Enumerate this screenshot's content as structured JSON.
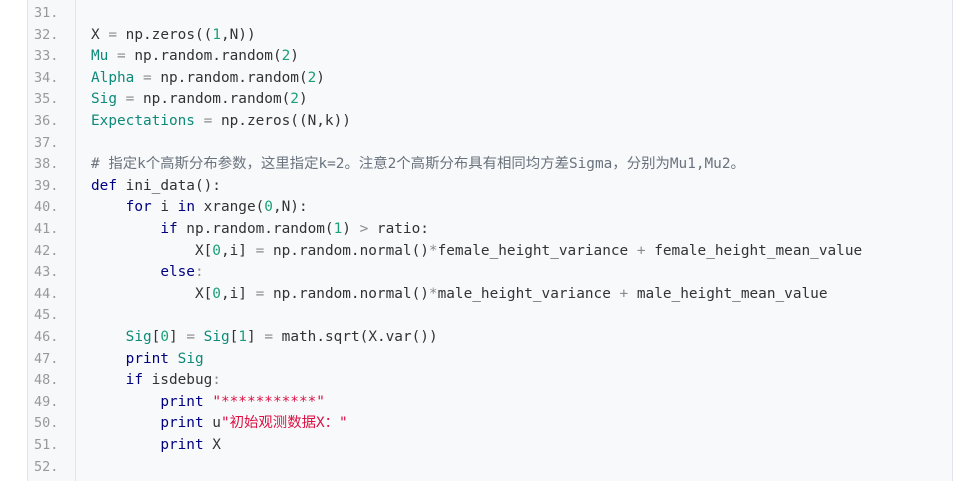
{
  "colors": {
    "background": "#f8f9fa",
    "gutter": "#f6f8fa",
    "line_number": "#999999",
    "text": "#333333",
    "keyword": "#000080",
    "identifier": "#0e8a7a",
    "number": "#1c9e7a",
    "operator": "#8a8a8a",
    "comment": "#6a737d",
    "string": "#dd1144"
  },
  "lines": [
    {
      "num": "31.",
      "tokens": []
    },
    {
      "num": "32.",
      "tokens": [
        {
          "t": "X",
          "c": "plain"
        },
        {
          "t": " = ",
          "c": "op"
        },
        {
          "t": "np.zeros((",
          "c": "plain"
        },
        {
          "t": "1",
          "c": "num"
        },
        {
          "t": ",N))",
          "c": "plain"
        }
      ]
    },
    {
      "num": "33.",
      "tokens": [
        {
          "t": "Mu",
          "c": "var"
        },
        {
          "t": " = ",
          "c": "op"
        },
        {
          "t": "np.random.random(",
          "c": "plain"
        },
        {
          "t": "2",
          "c": "num"
        },
        {
          "t": ")",
          "c": "plain"
        }
      ]
    },
    {
      "num": "34.",
      "tokens": [
        {
          "t": "Alpha",
          "c": "var"
        },
        {
          "t": " = ",
          "c": "op"
        },
        {
          "t": "np.random.random(",
          "c": "plain"
        },
        {
          "t": "2",
          "c": "num"
        },
        {
          "t": ")",
          "c": "plain"
        }
      ]
    },
    {
      "num": "35.",
      "tokens": [
        {
          "t": "Sig",
          "c": "var"
        },
        {
          "t": " = ",
          "c": "op"
        },
        {
          "t": "np.random.random(",
          "c": "plain"
        },
        {
          "t": "2",
          "c": "num"
        },
        {
          "t": ")",
          "c": "plain"
        }
      ]
    },
    {
      "num": "36.",
      "tokens": [
        {
          "t": "Expectations",
          "c": "var"
        },
        {
          "t": " = ",
          "c": "op"
        },
        {
          "t": "np.zeros((N,k))",
          "c": "plain"
        }
      ]
    },
    {
      "num": "37.",
      "tokens": []
    },
    {
      "num": "38.",
      "tokens": [
        {
          "t": "# 指定k个高斯分布参数，这里指定k=2。注意2个高斯分布具有相同均方差Sigma，分别为Mu1,Mu2。",
          "c": "cm"
        }
      ]
    },
    {
      "num": "39.",
      "tokens": [
        {
          "t": "def",
          "c": "kw"
        },
        {
          "t": " ini_data():",
          "c": "plain"
        }
      ]
    },
    {
      "num": "40.",
      "tokens": [
        {
          "t": "    ",
          "c": "plain"
        },
        {
          "t": "for",
          "c": "kw"
        },
        {
          "t": " i ",
          "c": "plain"
        },
        {
          "t": "in",
          "c": "kw"
        },
        {
          "t": " xrange(",
          "c": "plain"
        },
        {
          "t": "0",
          "c": "num"
        },
        {
          "t": ",N):",
          "c": "plain"
        }
      ]
    },
    {
      "num": "41.",
      "tokens": [
        {
          "t": "        ",
          "c": "plain"
        },
        {
          "t": "if",
          "c": "kw"
        },
        {
          "t": " np.random.random(",
          "c": "plain"
        },
        {
          "t": "1",
          "c": "num"
        },
        {
          "t": ") ",
          "c": "plain"
        },
        {
          "t": ">",
          "c": "op"
        },
        {
          "t": " ratio:",
          "c": "plain"
        }
      ]
    },
    {
      "num": "42.",
      "tokens": [
        {
          "t": "            X[",
          "c": "plain"
        },
        {
          "t": "0",
          "c": "num"
        },
        {
          "t": ",i] ",
          "c": "plain"
        },
        {
          "t": "=",
          "c": "op"
        },
        {
          "t": " np.random.normal()",
          "c": "plain"
        },
        {
          "t": "*",
          "c": "op"
        },
        {
          "t": "female_height_variance ",
          "c": "plain"
        },
        {
          "t": "+",
          "c": "op"
        },
        {
          "t": " female_height_mean_value",
          "c": "plain"
        }
      ]
    },
    {
      "num": "43.",
      "tokens": [
        {
          "t": "        ",
          "c": "plain"
        },
        {
          "t": "else",
          "c": "kw"
        },
        {
          "t": ":",
          "c": "op"
        }
      ]
    },
    {
      "num": "44.",
      "tokens": [
        {
          "t": "            X[",
          "c": "plain"
        },
        {
          "t": "0",
          "c": "num"
        },
        {
          "t": ",i] ",
          "c": "plain"
        },
        {
          "t": "=",
          "c": "op"
        },
        {
          "t": " np.random.normal()",
          "c": "plain"
        },
        {
          "t": "*",
          "c": "op"
        },
        {
          "t": "male_height_variance ",
          "c": "plain"
        },
        {
          "t": "+",
          "c": "op"
        },
        {
          "t": " male_height_mean_value",
          "c": "plain"
        }
      ]
    },
    {
      "num": "45.",
      "tokens": []
    },
    {
      "num": "46.",
      "tokens": [
        {
          "t": "    ",
          "c": "plain"
        },
        {
          "t": "Sig",
          "c": "var"
        },
        {
          "t": "[",
          "c": "plain"
        },
        {
          "t": "0",
          "c": "num"
        },
        {
          "t": "] ",
          "c": "plain"
        },
        {
          "t": "=",
          "c": "op"
        },
        {
          "t": " ",
          "c": "plain"
        },
        {
          "t": "Sig",
          "c": "var"
        },
        {
          "t": "[",
          "c": "plain"
        },
        {
          "t": "1",
          "c": "num"
        },
        {
          "t": "] ",
          "c": "plain"
        },
        {
          "t": "=",
          "c": "op"
        },
        {
          "t": " math.sqrt(X.var())",
          "c": "plain"
        }
      ]
    },
    {
      "num": "47.",
      "tokens": [
        {
          "t": "    ",
          "c": "plain"
        },
        {
          "t": "print",
          "c": "kw"
        },
        {
          "t": " ",
          "c": "plain"
        },
        {
          "t": "Sig",
          "c": "var"
        }
      ]
    },
    {
      "num": "48.",
      "tokens": [
        {
          "t": "    ",
          "c": "plain"
        },
        {
          "t": "if",
          "c": "kw"
        },
        {
          "t": " isdebug",
          "c": "plain"
        },
        {
          "t": ":",
          "c": "op"
        }
      ]
    },
    {
      "num": "49.",
      "tokens": [
        {
          "t": "        ",
          "c": "plain"
        },
        {
          "t": "print",
          "c": "kw"
        },
        {
          "t": " ",
          "c": "plain"
        },
        {
          "t": "\"***********\"",
          "c": "str"
        }
      ]
    },
    {
      "num": "50.",
      "tokens": [
        {
          "t": "        ",
          "c": "plain"
        },
        {
          "t": "print",
          "c": "kw"
        },
        {
          "t": " u",
          "c": "plain"
        },
        {
          "t": "\"初始观测数据X：\"",
          "c": "str"
        }
      ]
    },
    {
      "num": "51.",
      "tokens": [
        {
          "t": "        ",
          "c": "plain"
        },
        {
          "t": "print",
          "c": "kw"
        },
        {
          "t": " X",
          "c": "plain"
        }
      ]
    },
    {
      "num": "52.",
      "tokens": []
    }
  ]
}
